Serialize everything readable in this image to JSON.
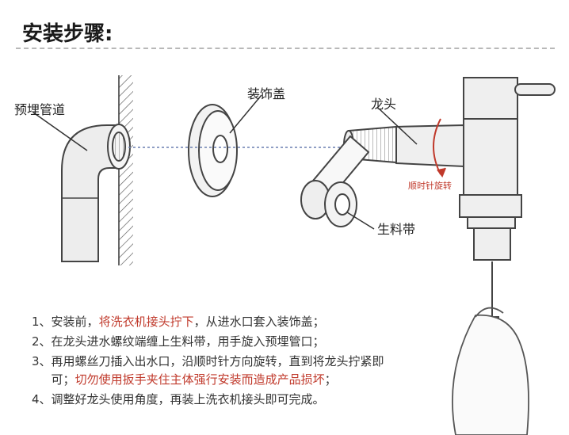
{
  "title": "安装步骤:",
  "labels": {
    "pipe": "预埋管道",
    "cover": "装饰盖",
    "faucet": "龙头",
    "rotate": "顺时针旋转",
    "tape": "生料带"
  },
  "steps": [
    {
      "num": "1、",
      "pre": "安装前，",
      "red": "将洗衣机接头拧下",
      "post": "，从进水口套入装饰盖；"
    },
    {
      "num": "2、",
      "pre": "在龙头进水螺纹端缠上生料带，用手旋入预埋管口；",
      "red": "",
      "post": ""
    },
    {
      "num": "3、",
      "pre": "再用螺丝刀插入出水口，沿顺时针方向旋转，直到将龙头拧紧即可；",
      "red": "切勿使用扳手夹住主体强行安装而造成产品损坏",
      "post": "；"
    },
    {
      "num": "4、",
      "pre": "调整好龙头使用角度，再装上洗衣机接头即可完成。",
      "red": "",
      "post": ""
    }
  ],
  "colors": {
    "accent_red": "#c0392b",
    "line": "#444444",
    "guide": "#6a7fb0"
  }
}
